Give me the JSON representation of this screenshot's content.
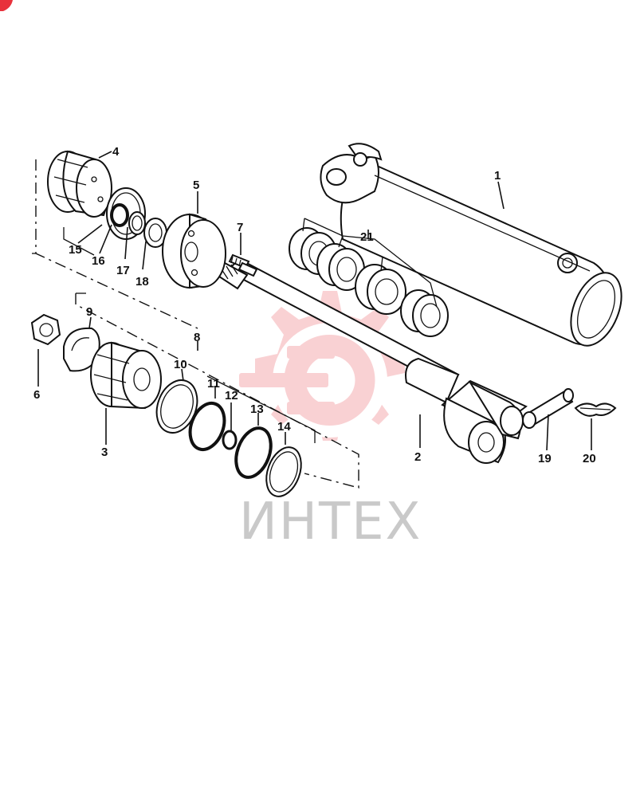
{
  "watermark": {
    "text": "ИНТЕХ",
    "color": "#e8323c"
  },
  "callouts": [
    {
      "id": "1",
      "label": "1"
    },
    {
      "id": "2",
      "label": "2"
    },
    {
      "id": "3",
      "label": "3"
    },
    {
      "id": "4",
      "label": "4"
    },
    {
      "id": "5",
      "label": "5"
    },
    {
      "id": "6",
      "label": "6"
    },
    {
      "id": "7",
      "label": "7"
    },
    {
      "id": "8",
      "label": "8"
    },
    {
      "id": "9",
      "label": "9"
    },
    {
      "id": "10",
      "label": "10"
    },
    {
      "id": "11",
      "label": "11"
    },
    {
      "id": "12",
      "label": "12"
    },
    {
      "id": "13",
      "label": "13"
    },
    {
      "id": "14",
      "label": "14"
    },
    {
      "id": "15",
      "label": "15"
    },
    {
      "id": "16",
      "label": "16"
    },
    {
      "id": "17",
      "label": "17"
    },
    {
      "id": "18",
      "label": "18"
    },
    {
      "id": "19",
      "label": "19"
    },
    {
      "id": "20",
      "label": "20"
    },
    {
      "id": "21",
      "label": "21"
    }
  ]
}
